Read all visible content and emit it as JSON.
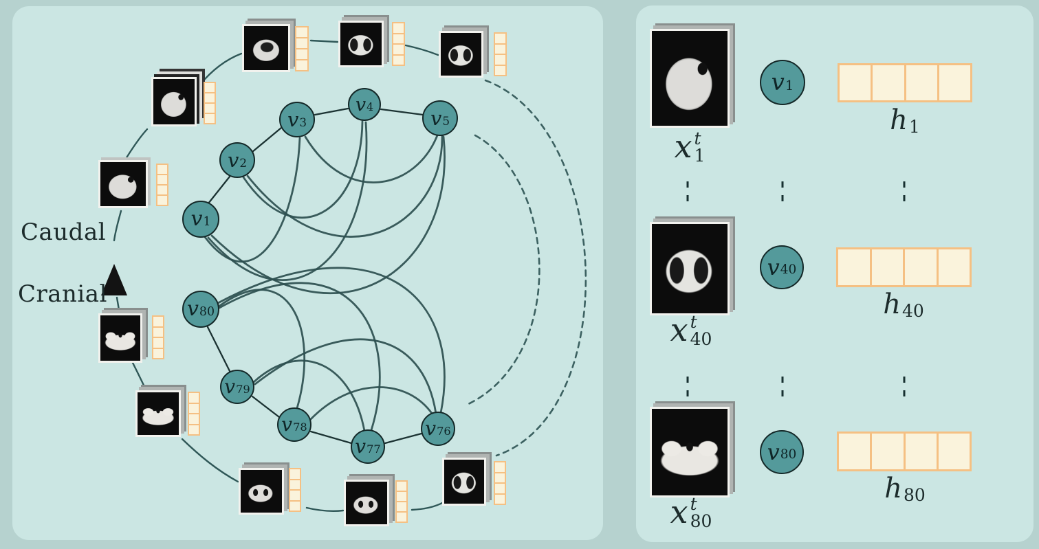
{
  "figure": {
    "colors": {
      "background": "#b6d2cf",
      "panel": "#cbe6e3",
      "node_fill": "#549a9b",
      "node_stroke": "#142828",
      "edge": "#1b3232",
      "arc": "#2d4f4f",
      "ring": "#2f5757",
      "dashed_arc": "#3c6161",
      "vector_fill": "#faf3dc",
      "vector_border": "#f5c083",
      "text": "#1c2b2b"
    },
    "left_panel": {
      "caudal_label": "Caudal",
      "cranial_label": "Cranial",
      "top_nodes": [
        {
          "base": "v",
          "sub": "1"
        },
        {
          "base": "v",
          "sub": "2"
        },
        {
          "base": "v",
          "sub": "3"
        },
        {
          "base": "v",
          "sub": "4"
        },
        {
          "base": "v",
          "sub": "5"
        }
      ],
      "bottom_nodes": [
        {
          "base": "v",
          "sub": "80"
        },
        {
          "base": "v",
          "sub": "79"
        },
        {
          "base": "v",
          "sub": "78"
        },
        {
          "base": "v",
          "sub": "77"
        },
        {
          "base": "v",
          "sub": "76"
        }
      ]
    },
    "right_panel": {
      "rows": [
        {
          "x_base": "x",
          "x_sup": "t",
          "x_sub": "1",
          "node_base": "v",
          "node_sub": "1",
          "h_base": "h",
          "h_sub": "1"
        },
        {
          "x_base": "x",
          "x_sup": "t",
          "x_sub": "40",
          "node_base": "v",
          "node_sub": "40",
          "h_base": "h",
          "h_sub": "40"
        },
        {
          "x_base": "x",
          "x_sup": "t",
          "x_sub": "80",
          "node_base": "v",
          "node_sub": "80",
          "h_base": "h",
          "h_sub": "80"
        }
      ]
    }
  }
}
